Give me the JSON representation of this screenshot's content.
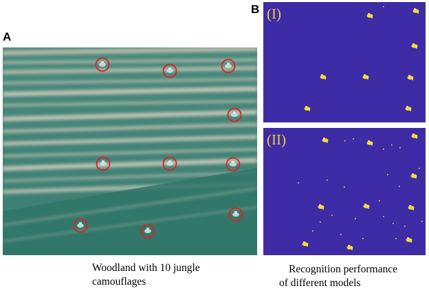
{
  "panel_a": {
    "letter": "A",
    "caption_line1": "Woodland with 10 jungle",
    "caption_line2": "camouflages",
    "target_count": 10,
    "colors": {
      "field": "#3f8378",
      "stripe": "#c9c3b2",
      "lower_field": "#2c7367",
      "circle": "#e02020",
      "target": "#d8dde0"
    },
    "targets": [
      {
        "name": "target-1"
      },
      {
        "name": "target-2"
      },
      {
        "name": "target-3"
      },
      {
        "name": "target-4"
      },
      {
        "name": "target-5"
      },
      {
        "name": "target-6"
      },
      {
        "name": "target-7"
      },
      {
        "name": "target-8"
      },
      {
        "name": "target-9"
      },
      {
        "name": "target-10"
      }
    ]
  },
  "panel_b": {
    "letter": "B",
    "caption_line1": "Recognition performance",
    "caption_line2": "of different models",
    "colors": {
      "background": "#3e2ba6",
      "detection": "#f5dc3a",
      "label": "#e8d23a"
    },
    "models": [
      {
        "label": "(I)"
      },
      {
        "label": "(II)"
      }
    ]
  }
}
